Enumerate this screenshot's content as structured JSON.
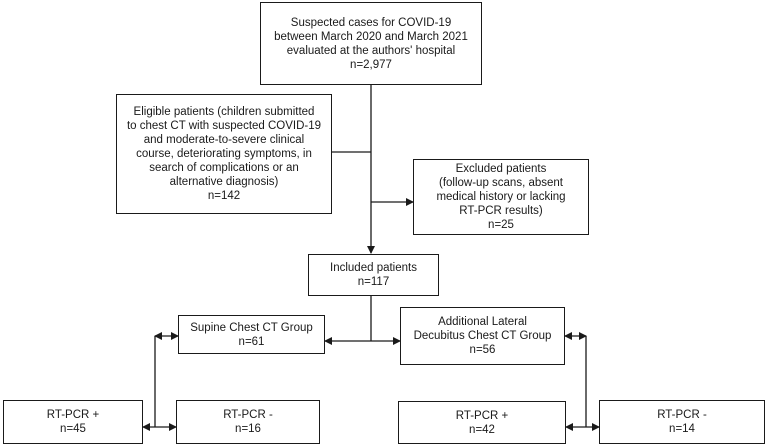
{
  "flowchart": {
    "suspected": {
      "text": "Suspected cases for COVID-19\nbetween March 2020 and March 2021\nevaluated at the authors' hospital",
      "n": "n=2,977"
    },
    "eligible": {
      "text": "Eligible patients (children submitted\nto chest CT with suspected COVID-19\nand moderate-to-severe clinical\ncourse, deteriorating symptoms, in\nsearch of complications or an\nalternative diagnosis)",
      "n": "n=142"
    },
    "excluded": {
      "text": "Excluded patients\n(follow-up scans, absent\nmedical history or lacking\nRT-PCR results)",
      "n": "n=25"
    },
    "included": {
      "text": "Included patients",
      "n": "n=117"
    },
    "supine": {
      "text": "Supine Chest CT Group",
      "n": "n=61"
    },
    "lateral": {
      "text": "Additional Lateral\nDecubitus Chest CT Group",
      "n": "n=56"
    },
    "supine_pos": {
      "text": "RT-PCR +",
      "n": "n=45"
    },
    "supine_neg": {
      "text": "RT-PCR -",
      "n": "n=16"
    },
    "lateral_pos": {
      "text": "RT-PCR +",
      "n": "n=42"
    },
    "lateral_neg": {
      "text": "RT-PCR -",
      "n": "n=14"
    }
  }
}
